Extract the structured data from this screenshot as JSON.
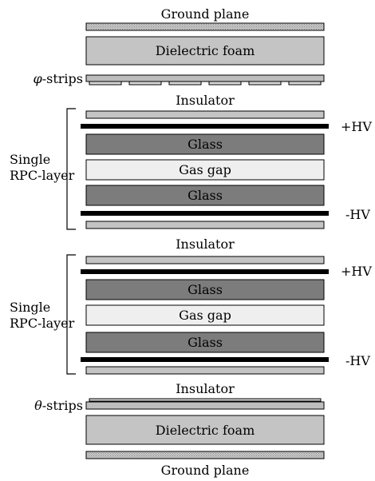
{
  "diagram": {
    "labels": {
      "ground_plane_top": "Ground plane",
      "dielectric_foam_top": "Dielectric foam",
      "phi_strips_symbol": "φ",
      "phi_strips_suffix": "-strips",
      "insulator_1": "Insulator",
      "hv_plus_1": "+HV",
      "glass_1": "Glass",
      "single_1_line1": "Single",
      "single_1_line2": "RPC-layer",
      "gas_gap_1": "Gas gap",
      "glass_2": "Glass",
      "hv_minus_1": "-HV",
      "insulator_2": "Insulator",
      "hv_plus_2": "+HV",
      "glass_3": "Glass",
      "single_2_line1": "Single",
      "single_2_line2": "RPC-layer",
      "gas_gap_2": "Gas gap",
      "glass_4": "Glass",
      "hv_minus_2": "-HV",
      "insulator_3": "Insulator",
      "theta_strips_symbol": "θ",
      "theta_strips_suffix": "-strips",
      "dielectric_foam_bottom": "Dielectric foam",
      "ground_plane_bottom": "Ground plane"
    },
    "colors": {
      "ground_plane_fill": "#b0b0b0",
      "dielectric_foam_fill": "#c4c4c4",
      "insulator_fill": "#c4c4c4",
      "strip_board_fill": "#bdbdbd",
      "strip_fill": "#d8d8d8",
      "glass_fill": "#7c7c7c",
      "gas_gap_fill": "#efefef",
      "electrode_fill": "#000000"
    }
  }
}
